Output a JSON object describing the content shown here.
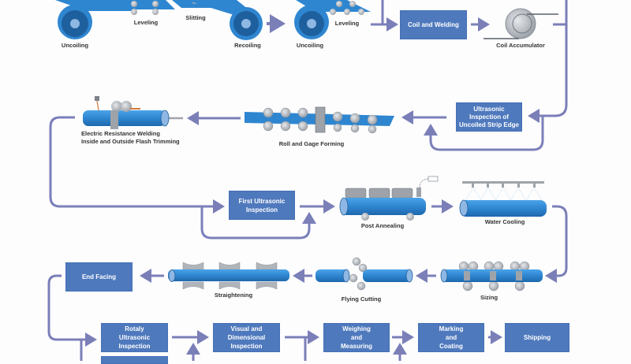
{
  "diagram": {
    "title": "Steel Pipe Manufacturing Process Flow",
    "colors": {
      "box_fill": "#4f79bd",
      "arrow": "#7b7fb8",
      "pipe": "#2f86d0",
      "pipe_dark": "#1e5f9e",
      "roller": "#b8bcc2",
      "label_text": "#333333"
    },
    "equipment_labels": {
      "uncoiling_1": "Uncoiling",
      "leveling_1": "Leveling",
      "slitting": "Slitting",
      "recoiling": "Recoiling",
      "uncoiling_2": "Uncoiling",
      "leveling_2": "Leveling",
      "coil_accumulator": "Coil Accumulator",
      "erw": "Electric Resistance Welding\nInside and Outside Flash Trimming",
      "roll_forming": "Roll and Gage Forming",
      "post_annealing": "Post Annealing",
      "water_cooling": "Water Cooling",
      "straightening": "Straightening",
      "flying_cutting": "Flying Cutting",
      "sizing": "Sizing"
    },
    "process_boxes": {
      "coil_welding": "Coil and Welding",
      "ultrasonic_strip_edge": "Ultrasonic\nInspection of\nUncoiled Strip Edge",
      "first_ultrasonic": "First Ultrasonic\nInspection",
      "end_facing": "End Facing",
      "rotary_ultrasonic": "Rotaly\nUltrasonic\nInspection",
      "visual_dimensional": "Visual and\nDimensional\nInspection",
      "weighing_measuring": "Weighing\nand\nMeasuring",
      "marking_coating": "Marking\nand\nCoating",
      "shipping": "Shipping"
    }
  }
}
